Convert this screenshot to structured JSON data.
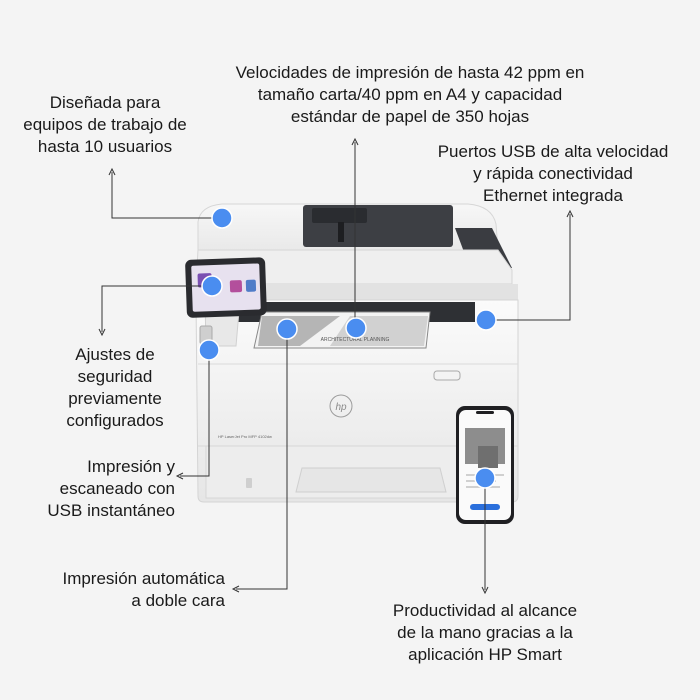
{
  "callouts": {
    "users": [
      "Diseñada para",
      "equipos de trabajo de",
      "hasta 10 usuarios"
    ],
    "speed": [
      "Velocidades de impresión de hasta 42 ppm en",
      "tamaño carta/40 ppm en A4 y capacidad",
      "estándar de papel de 350 hojas"
    ],
    "usb_ports": [
      "Puertos USB de alta velocidad",
      "y rápida conectividad",
      "Ethernet integrada"
    ],
    "security": [
      "Ajustes de",
      "seguridad",
      "previamente",
      "configurados"
    ],
    "usb_print": [
      "Impresión y",
      "escaneado con",
      "USB instantáneo"
    ],
    "duplex": [
      "Impresión automática",
      "a doble cara"
    ],
    "hp_smart": [
      "Productividad al alcance",
      "de la mano gracias a la",
      "aplicación HP Smart"
    ]
  },
  "printer": {
    "logo": "hp",
    "model_label": "HP LaserJet Pro MFP 4102dw",
    "paper_banner": "ARCHITECTURAL PLANNING"
  },
  "colors": {
    "accent": "#4a8df0",
    "line": "#333333",
    "background": "#f4f4f4"
  }
}
